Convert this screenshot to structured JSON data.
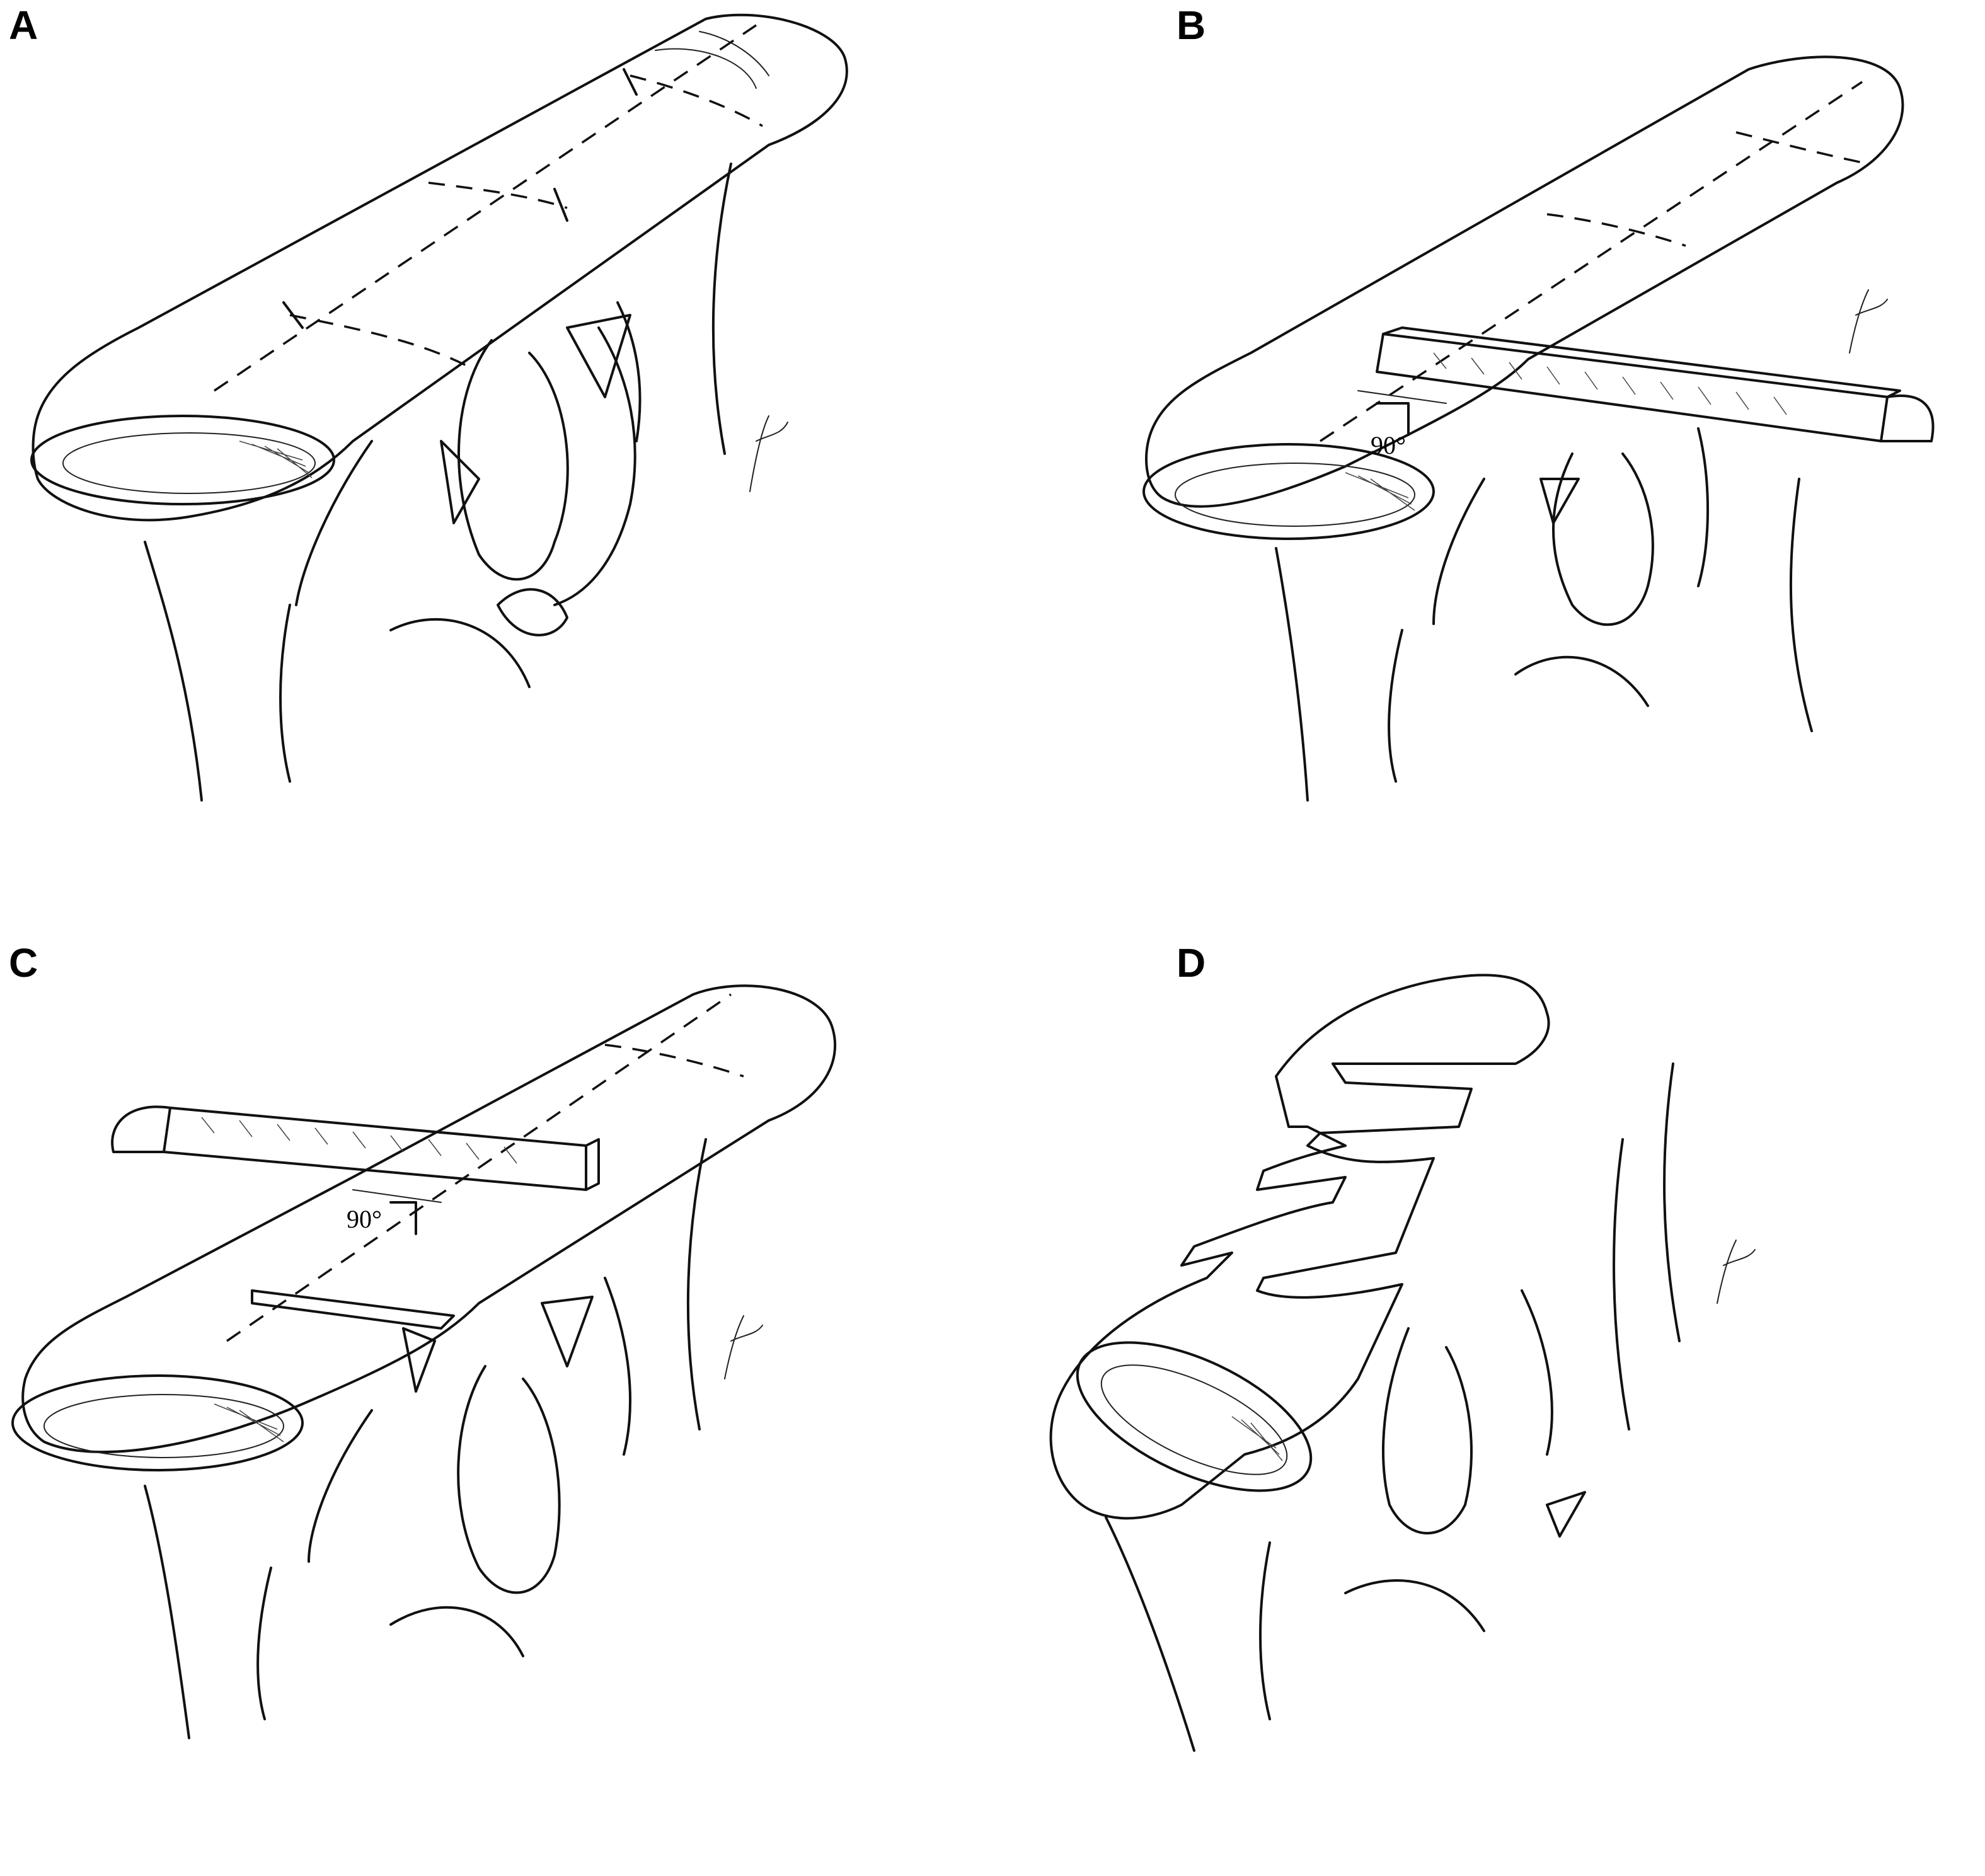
{
  "panels": [
    {
      "letter": "A"
    },
    {
      "letter": "B",
      "angle_label": "90°"
    },
    {
      "letter": "C",
      "angle_label": "90°"
    },
    {
      "letter": "D"
    }
  ]
}
